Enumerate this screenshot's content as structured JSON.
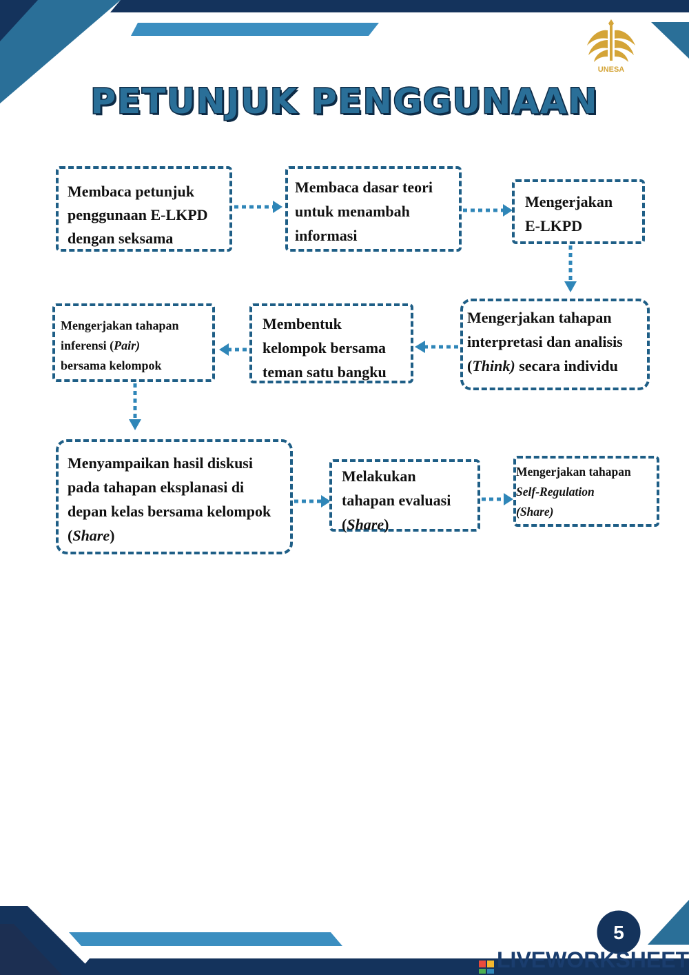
{
  "page": {
    "title": "PETUNJUK PENGGUNAAN",
    "logo_text": "UNESA",
    "page_number": "5",
    "watermark": "LIVEWORKSHEETS",
    "colors": {
      "dark_navy": "#14335c",
      "mid_blue": "#2a6f98",
      "light_blue": "#3b8ec0",
      "box_border": "#1e5e86",
      "arrow": "#2f86b8",
      "logo_gold": "#d4a437"
    }
  },
  "flow": {
    "step1": {
      "lines": [
        "Membaca petunjuk",
        "penggunaan E-LKPD",
        "dengan seksama"
      ]
    },
    "step2": {
      "lines": [
        "Membaca dasar teori",
        "untuk menambah",
        "informasi"
      ]
    },
    "step3": {
      "lines": [
        "Mengerjakan",
        "E-LKPD"
      ]
    },
    "step4": {
      "line1": "Mengerjakan tahapan",
      "line2": "interpretasi dan analisis",
      "line3_open": "(",
      "line3_italic": "Think)",
      "line3_rest": " secara individu"
    },
    "step5": {
      "lines": [
        "Membentuk",
        "kelompok bersama",
        "teman satu bangku"
      ]
    },
    "step6": {
      "line1": "Mengerjakan tahapan",
      "line2_pre": "inferensi (",
      "line2_italic": "Pair)",
      "line3": "bersama kelompok"
    },
    "step7": {
      "line1": "Menyampaikan hasil diskusi",
      "line2": "pada tahapan eksplanasi di",
      "line3": "depan kelas bersama kelompok",
      "line4_open": "(",
      "line4_italic": "Share",
      "line4_close": ")"
    },
    "step8": {
      "line1": "Melakukan",
      "line2": "tahapan evaluasi",
      "line3_open": "(",
      "line3_italic": "Share",
      "line3_close": ")"
    },
    "step9": {
      "line1": "Mengerjakan tahapan",
      "line2_italic": "Self-Regulation",
      "line3_italic": "(Share)"
    }
  }
}
